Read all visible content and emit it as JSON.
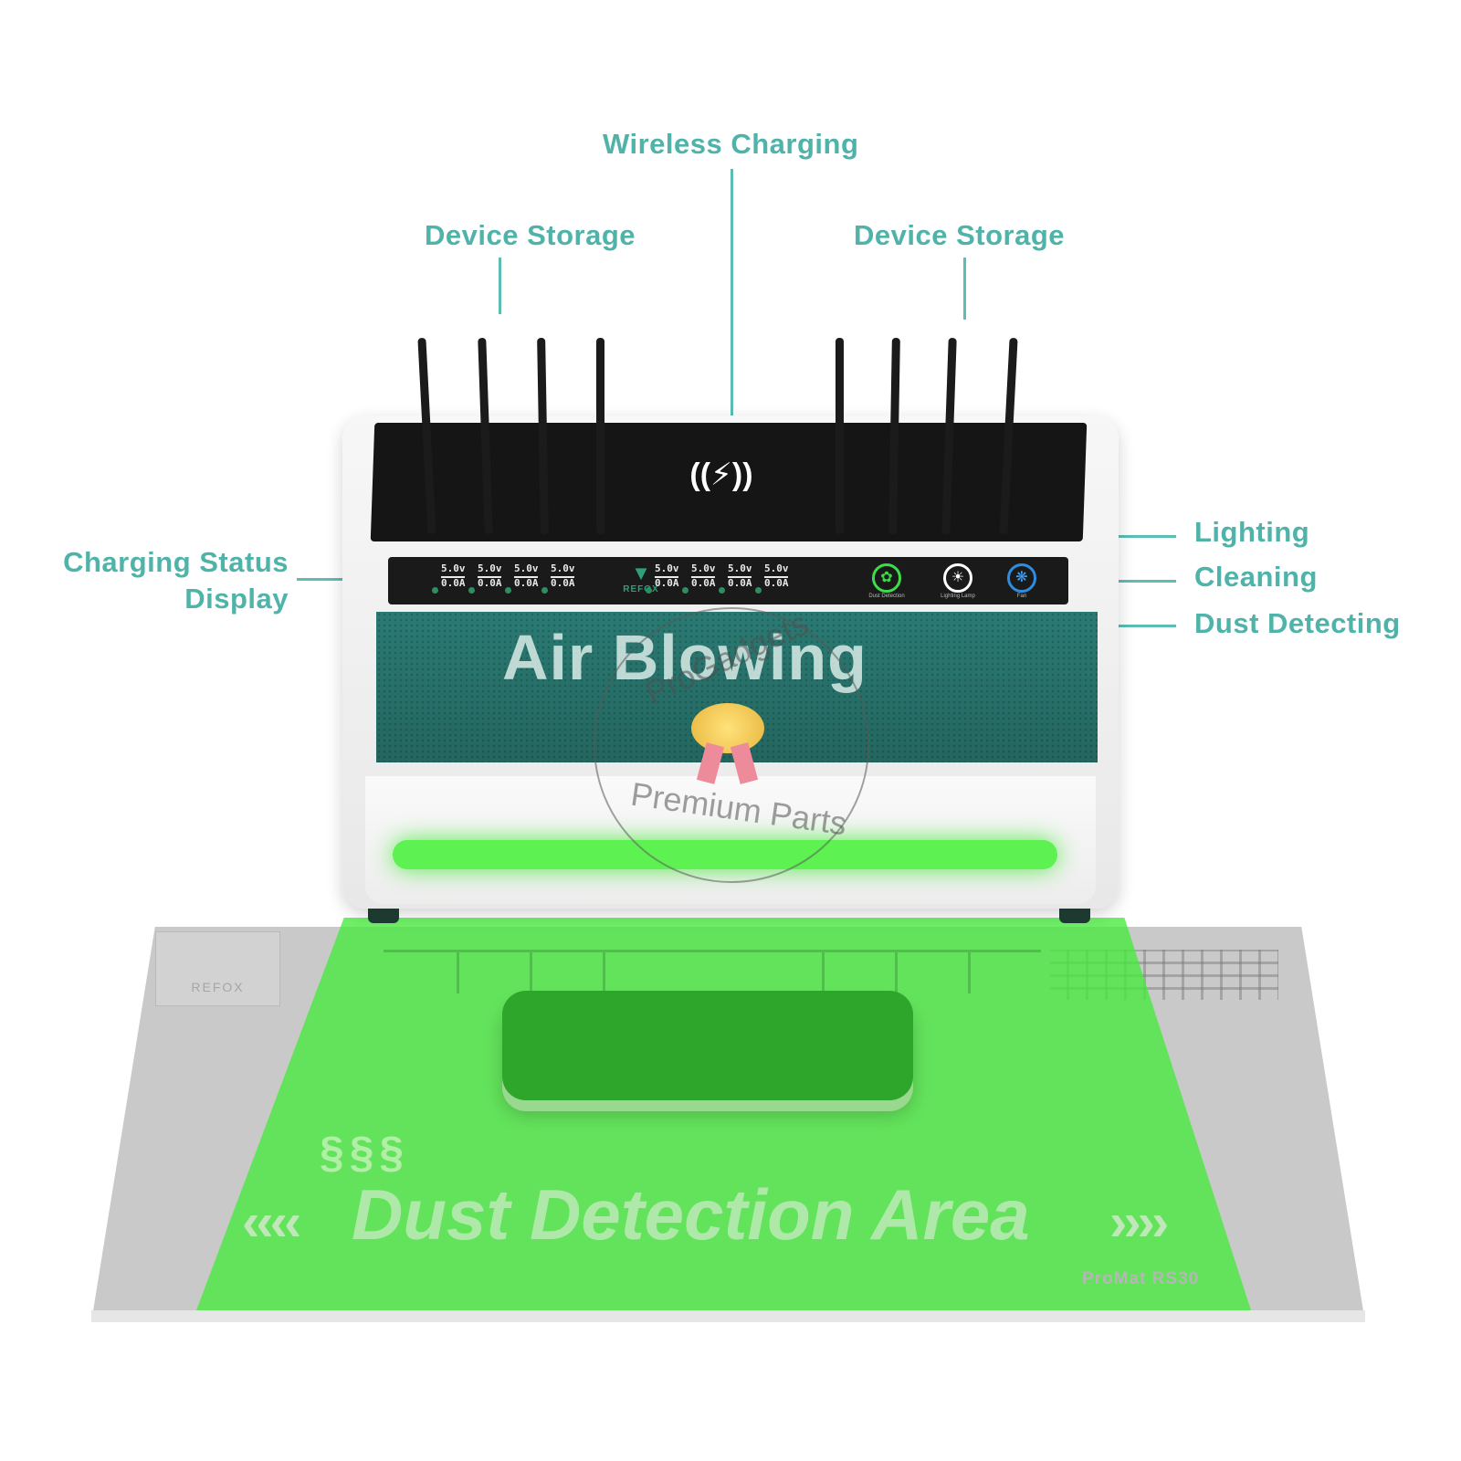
{
  "callouts": {
    "wireless_charging": "Wireless Charging",
    "device_storage_left": "Device Storage",
    "device_storage_right": "Device Storage",
    "charging_status_line1": "Charging  Status",
    "charging_status_line2": "Display",
    "lighting": "Lighting",
    "cleaning": "Cleaning",
    "dust_detecting": "Dust Detecting"
  },
  "device": {
    "wireless_symbol": "((⚡))",
    "readouts": [
      {
        "voltage": "5.0v",
        "current": "0.0A"
      },
      {
        "voltage": "5.0v",
        "current": "0.0A"
      },
      {
        "voltage": "5.0v",
        "current": "0.0A"
      },
      {
        "voltage": "5.0v",
        "current": "0.0A"
      },
      {
        "voltage": "5.0v",
        "current": "0.0A"
      },
      {
        "voltage": "5.0v",
        "current": "0.0A"
      },
      {
        "voltage": "5.0v",
        "current": "0.0A"
      },
      {
        "voltage": "5.0v",
        "current": "0.0A"
      }
    ],
    "brand": "REFOX",
    "buttons": {
      "dust_caption": "Dust Detection",
      "lighting_caption": "Lighting Lamp",
      "fan_caption": "Fan"
    },
    "air_label": "Air Blowing"
  },
  "mat": {
    "logo": "REFOX",
    "area_label": "Dust Detection Area",
    "model": "ProMat RS30"
  },
  "watermark": {
    "top": "ProGadgets",
    "bottom": "Premium Parts"
  },
  "colors": {
    "callout_text": "#4fb3aa",
    "glow_green": "#5ef152",
    "grille_teal": "#2a7a73"
  }
}
